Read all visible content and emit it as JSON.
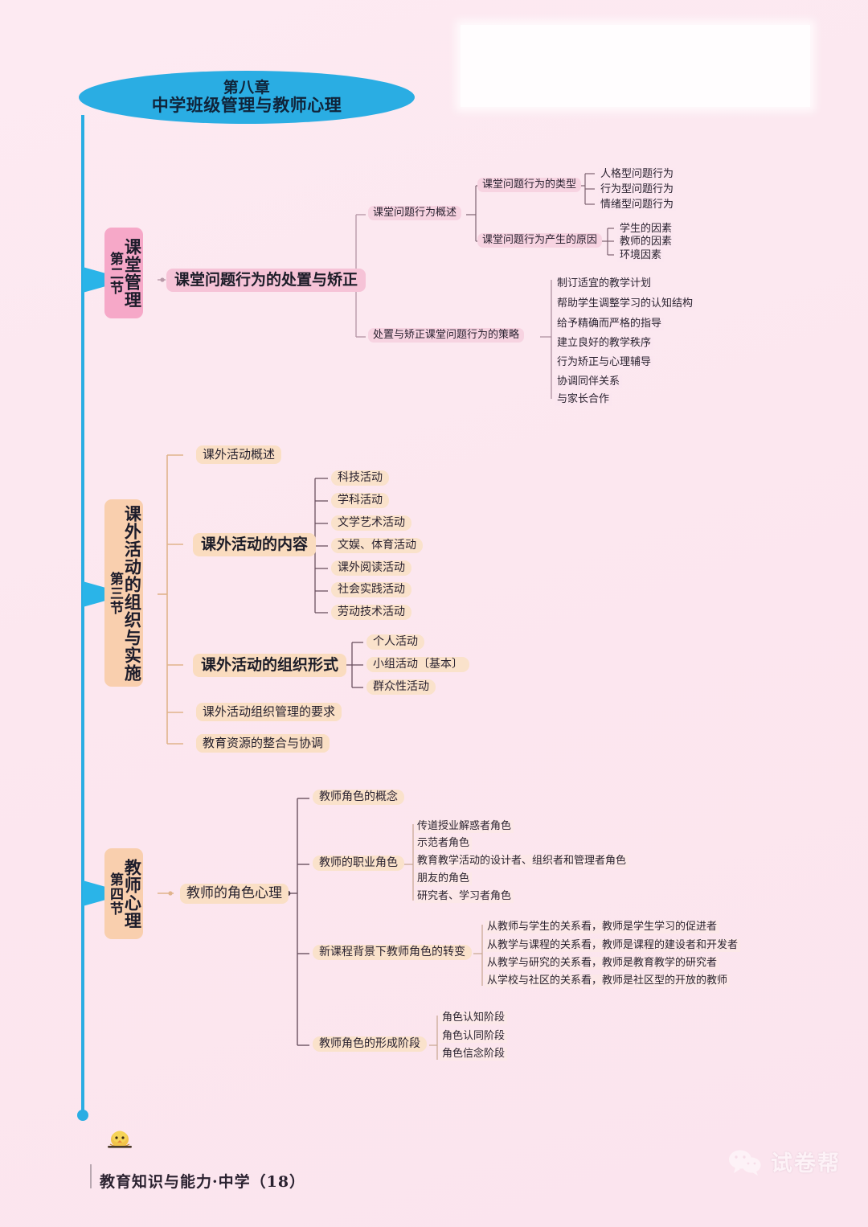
{
  "page": {
    "background_color": "#fce9f1",
    "accent_blue": "#2aade3",
    "accent_pink": "#f6a8c8",
    "accent_orange": "#f9cfae"
  },
  "root": {
    "line1": "第八章",
    "line2": "中学班级管理与教师心理"
  },
  "sections": [
    {
      "id": "section-2",
      "number": "第二节",
      "title": "课堂管理",
      "color": "#f6a8c8",
      "main_topic": "课堂问题行为的处置与矫正",
      "branches": [
        {
          "label": "课堂问题行为概述",
          "children": [
            {
              "label": "课堂问题行为的类型",
              "items": [
                "人格型问题行为",
                "行为型问题行为",
                "情绪型问题行为"
              ]
            },
            {
              "label": "课堂问题行为产生的原因",
              "items": [
                "学生的因素",
                "教师的因素",
                "环境因素"
              ]
            }
          ]
        },
        {
          "label": "处置与矫正课堂问题行为的策略",
          "items": [
            "制订适宜的教学计划",
            "帮助学生调整学习的认知结构",
            "给予精确而严格的指导",
            "建立良好的教学秩序",
            "行为矫正与心理辅导",
            "协调同伴关系",
            "与家长合作"
          ]
        }
      ]
    },
    {
      "id": "section-3",
      "number": "第三节",
      "title": "课外活动的组织与实施",
      "color": "#f9cfae",
      "branches": [
        {
          "label": "课外活动概述",
          "items": []
        },
        {
          "label": "课外活动的内容",
          "items": [
            "科技活动",
            "学科活动",
            "文学艺术活动",
            "文娱、体育活动",
            "课外阅读活动",
            "社会实践活动",
            "劳动技术活动"
          ]
        },
        {
          "label": "课外活动的组织形式",
          "items": [
            "个人活动",
            "小组活动〔基本〕",
            "群众性活动"
          ]
        },
        {
          "label": "课外活动组织管理的要求",
          "items": []
        },
        {
          "label": "教育资源的整合与协调",
          "items": []
        }
      ]
    },
    {
      "id": "section-4",
      "number": "第四节",
      "title": "教师心理",
      "color": "#f9cfae",
      "main_topic": "教师的角色心理",
      "branches": [
        {
          "label": "教师角色的概念",
          "items": []
        },
        {
          "label": "教师的职业角色",
          "items": [
            "传道授业解惑者角色",
            "示范者角色",
            "教育教学活动的设计者、组织者和管理者角色",
            "朋友的角色",
            "研究者、学习者角色"
          ]
        },
        {
          "label": "新课程背景下教师角色的转变",
          "items": [
            "从教师与学生的关系看，教师是学生学习的促进者",
            "从教学与课程的关系看，教师是课程的建设者和开发者",
            "从教学与研究的关系看，教师是教育教学的研究者",
            "从学校与社区的关系看，教师是社区型的开放的教师"
          ]
        },
        {
          "label": "教师角色的形成阶段",
          "items": [
            "角色认知阶段",
            "角色认同阶段",
            "角色信念阶段"
          ]
        }
      ]
    }
  ],
  "footer": {
    "text": "教育知识与能力·中学（18）"
  },
  "watermark": {
    "text": "试卷帮"
  }
}
